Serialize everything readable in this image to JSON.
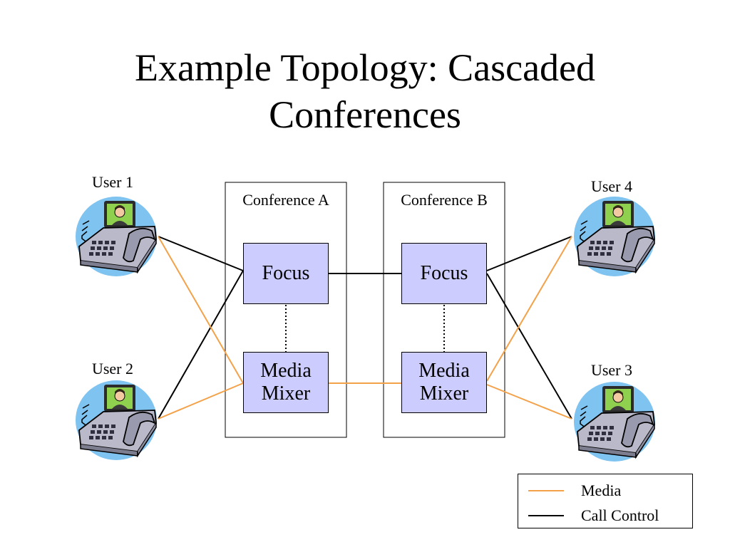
{
  "title": {
    "line1": "Example Topology: Cascaded",
    "line2": "Conferences"
  },
  "conferences": [
    {
      "label": "Conference A",
      "focus": "Focus",
      "mixer_line1": "Media",
      "mixer_line2": "Mixer"
    },
    {
      "label": "Conference B",
      "focus": "Focus",
      "mixer_line1": "Media",
      "mixer_line2": "Mixer"
    }
  ],
  "users": {
    "user1": "User 1",
    "user2": "User 2",
    "user3": "User 3",
    "user4": "User 4"
  },
  "icons": {
    "user_device": "video-phone-icon"
  },
  "legend": {
    "media": {
      "label": "Media",
      "color": "#f4a24a"
    },
    "call_control": {
      "label": "Call Control",
      "color": "#000000"
    }
  }
}
